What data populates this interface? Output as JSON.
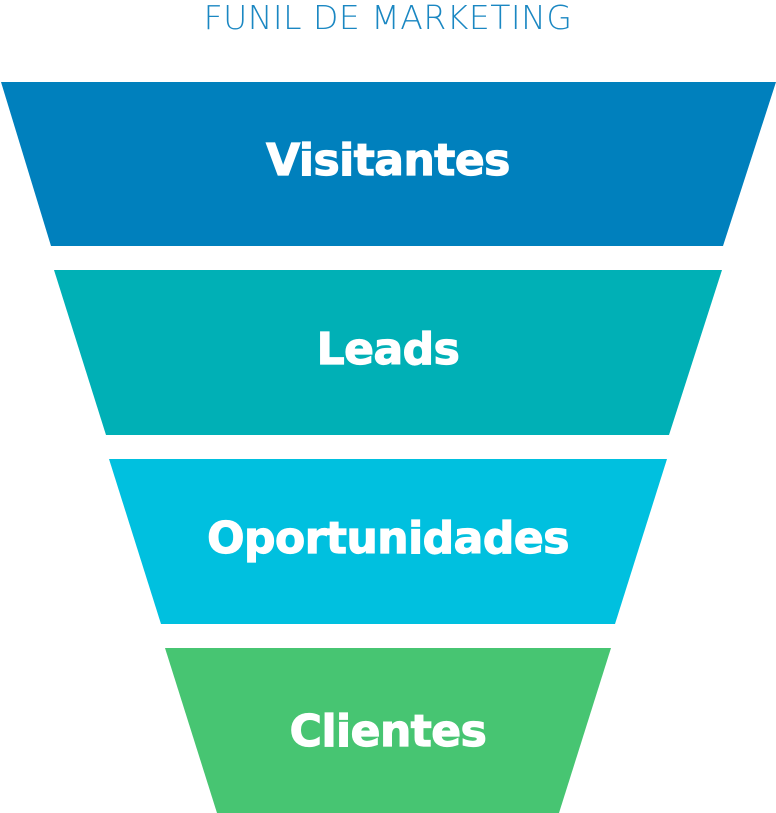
{
  "title": "FUNIL DE MARKETING",
  "stages": [
    {
      "label": "Visitantes",
      "color": "#0080bd"
    },
    {
      "label": "Leads",
      "color": "#00b0b6"
    },
    {
      "label": "Oportunidades",
      "color": "#00c0df"
    },
    {
      "label": "Clientes",
      "color": "#47c572"
    }
  ]
}
